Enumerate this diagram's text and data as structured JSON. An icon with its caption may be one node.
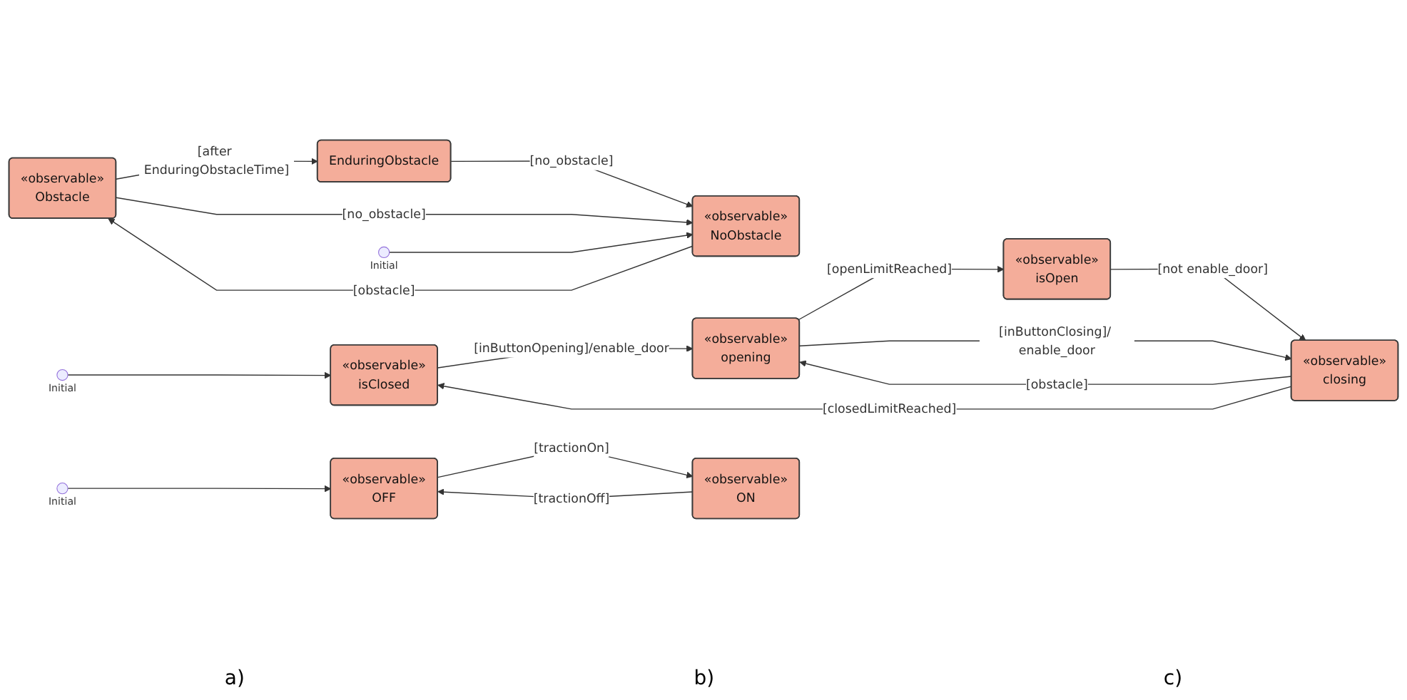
{
  "diagram": {
    "nodes": [
      {
        "text": [],
        "shape": "circle",
        "beside": [
          "Initial"
        ]
      },
      {
        "text": [
          "«observable»",
          "isClosed"
        ]
      },
      {
        "text": [
          "«observable»",
          "opening"
        ]
      },
      {
        "text": [
          "«observable»",
          "closing"
        ]
      },
      {
        "text": [
          "«observable»",
          "isOpen"
        ]
      },
      {
        "text": [
          "«observable»",
          "Obstacle"
        ]
      },
      {
        "text": [
          "EnduringObstacle"
        ]
      },
      {
        "text": [
          "«observable»",
          "NoObstacle"
        ]
      },
      {
        "text": [],
        "shape": "circle",
        "beside": [
          "Initial"
        ]
      },
      {
        "text": [],
        "shape": "circle",
        "beside": [
          "Initial"
        ]
      },
      {
        "text": [
          "«observable»",
          "OFF"
        ]
      },
      {
        "text": [
          "«observable»",
          "ON"
        ]
      }
    ],
    "edges": [
      {
        "from": 0,
        "to": 1,
        "arrow": "to"
      },
      {
        "from": 1,
        "to": 2,
        "arrow": "to",
        "label": "[inButtonOpening]/enable_door"
      },
      {
        "from": 2,
        "to": 4,
        "arrow": "to",
        "label": "[openLimitReached]"
      },
      {
        "from": 2,
        "to": 3,
        "arrow": "to",
        "label": "[inButtonClosing]/ enable_door"
      },
      {
        "from": 3,
        "to": 2,
        "arrow": "to",
        "label": "[obstacle]"
      },
      {
        "from": 4,
        "to": 3,
        "arrow": "to",
        "label": "[not enable_door]"
      },
      {
        "from": 3,
        "to": 1,
        "arrow": "to",
        "label": "[closedLimitReached]"
      },
      {
        "from": 5,
        "to": 6,
        "arrow": "to",
        "label": "[after EnduringObstacleTime]"
      },
      {
        "from": 5,
        "to": 7,
        "arrow": "to",
        "label": "[no_obstacle]"
      },
      {
        "from": 6,
        "to": 7,
        "arrow": "to",
        "label": "[no_obstacle]"
      },
      {
        "from": 7,
        "to": 5,
        "arrow": "to",
        "label": "[obstacle]"
      },
      {
        "from": 8,
        "to": 7,
        "arrow": "to"
      },
      {
        "from": 9,
        "to": 10,
        "arrow": "to"
      },
      {
        "from": 10,
        "to": 11,
        "arrow": "to",
        "label": "[tractionOn]"
      },
      {
        "from": 11,
        "to": 10,
        "arrow": "to",
        "label": "[tractionOff]"
      }
    ],
    "labels": [
      "a)",
      "b)",
      "c)"
    ]
  }
}
